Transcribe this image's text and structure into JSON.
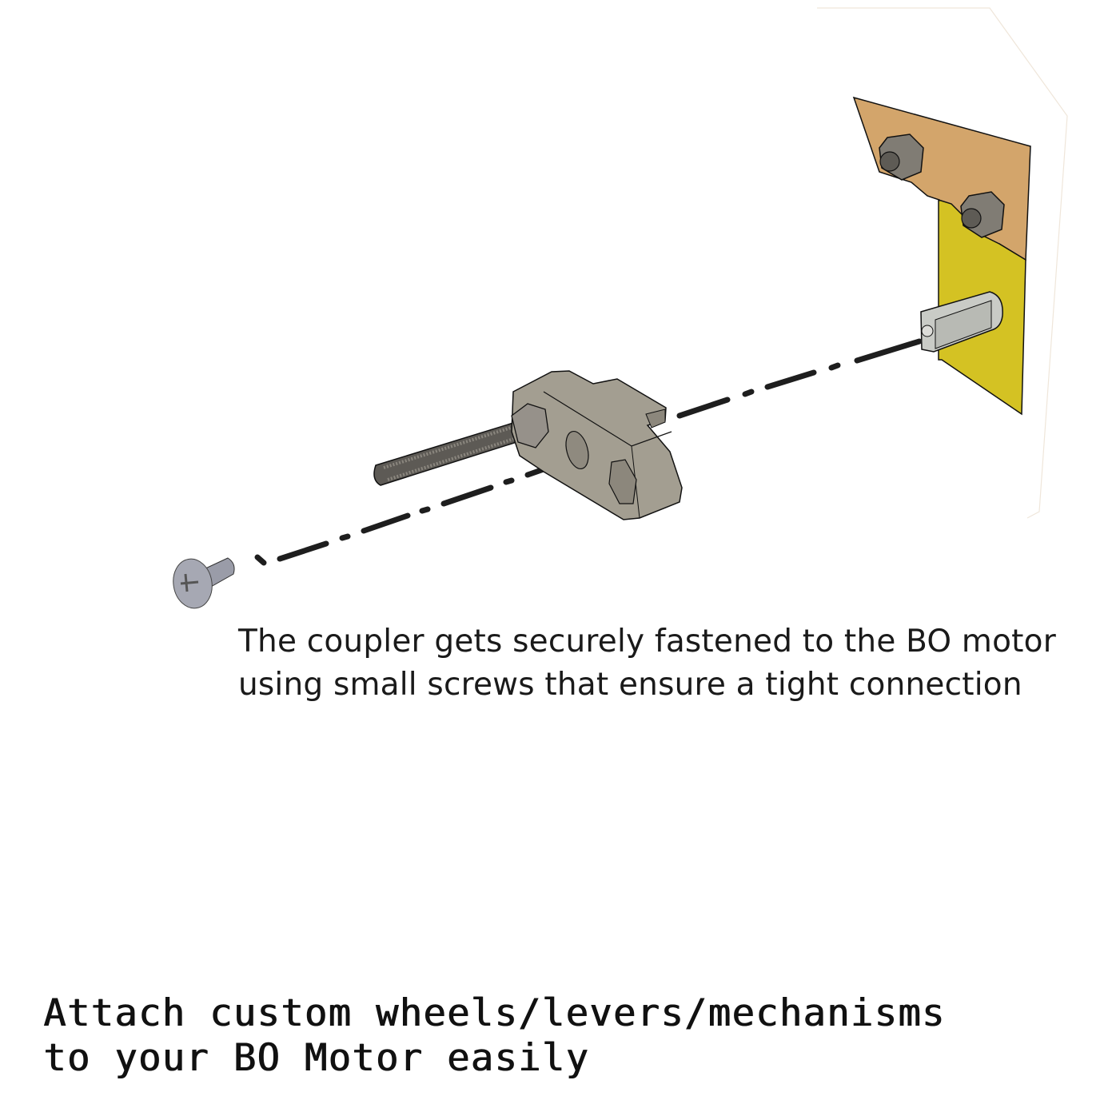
{
  "caption": {
    "line1": "The coupler gets securely fastened to the BO motor",
    "line2": "using small screws that ensure a tight connection"
  },
  "title": {
    "line1": "Attach custom wheels/levers/mechanisms",
    "line2": "to your BO Motor easily"
  },
  "colors": {
    "plate_tan": "#d3a56b",
    "plate_yellow": "#d4c223",
    "coupler": "#a39e91",
    "nut": "#807c74",
    "shaft": "#c9cbc6",
    "screw": "#a6a8b3",
    "axis_line": "#1e1e1e"
  }
}
